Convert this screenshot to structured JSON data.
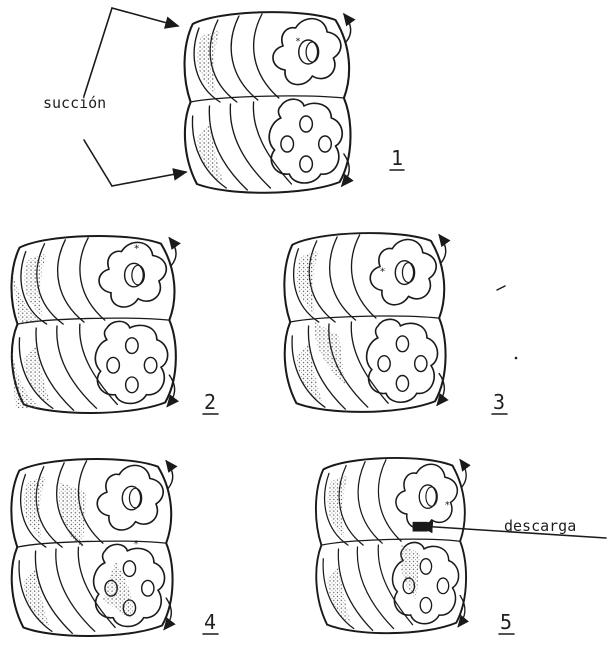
{
  "labels": {
    "suction": "succión",
    "discharge": "descarga"
  },
  "stages": [
    "1",
    "2",
    "3",
    "4",
    "5"
  ],
  "colors": {
    "ink": "#1a1a1a",
    "paper": "#ffffff",
    "stipple": "#555555"
  }
}
